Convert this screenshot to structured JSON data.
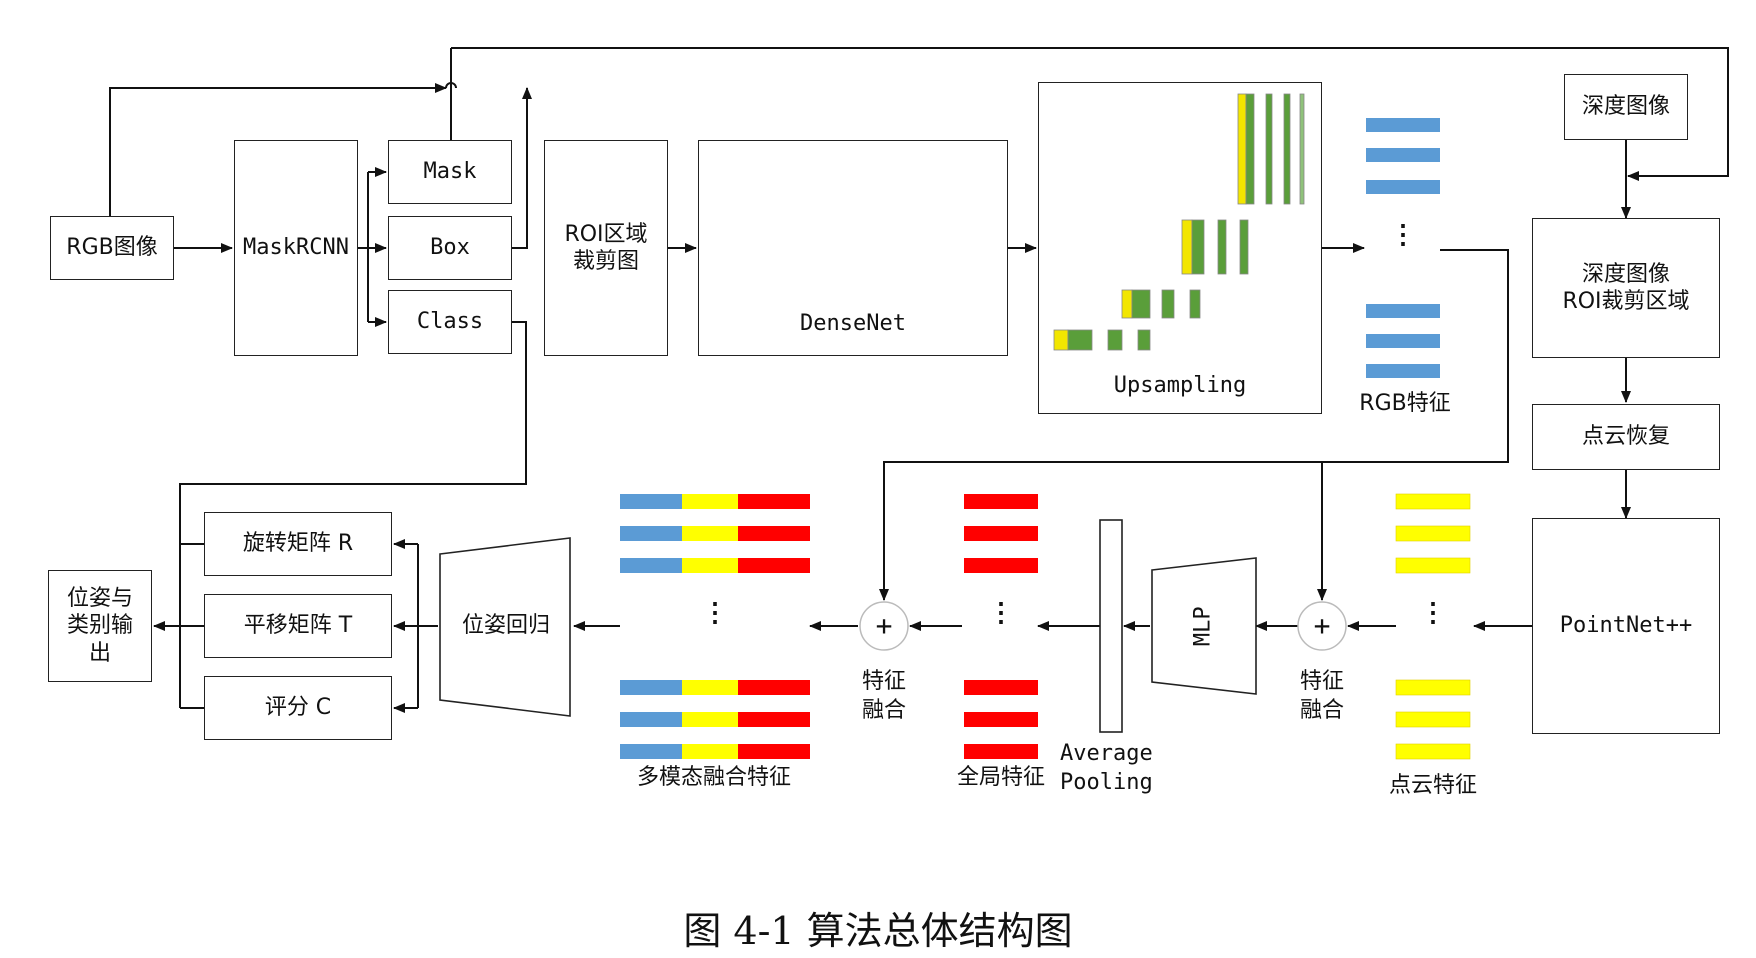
{
  "colors": {
    "rgb_feature": "#5b9bd5",
    "point_feature": "#ffff00",
    "global_feature": "#ff0000",
    "green_block": "#5a9e3a",
    "yellow_block": "#f2e600"
  },
  "nodes": {
    "rgb_image": "RGB图像",
    "maskrcnn": "MaskRCNN",
    "mask": "Mask",
    "box": "Box",
    "class": "Class",
    "roi_crop": "ROI区域\n裁剪图",
    "densenet": "DenseNet",
    "upsampling": "Upsampling",
    "rgb_features": "RGB特征",
    "depth_image": "深度图像",
    "depth_roi": "深度图像\nROI裁剪区域",
    "point_recovery": "点云恢复",
    "pointnet": "PointNet++",
    "point_features": "点云特征",
    "fusion_right": "特征\n融合",
    "mlp": "MLP",
    "avg_pooling": "Average\nPooling",
    "global_features": "全局特征",
    "fusion_left": "特征\n融合",
    "multimodal_features": "多模态融合特征",
    "pose_regression": "位姿回归",
    "rotation": "旋转矩阵 R",
    "translation": "平移矩阵 T",
    "score": "评分 C",
    "output": "位姿与\n类别输\n出",
    "plus": "+",
    "ellipsis": "⋮"
  },
  "caption": "图 4-1  算法总体结构图"
}
